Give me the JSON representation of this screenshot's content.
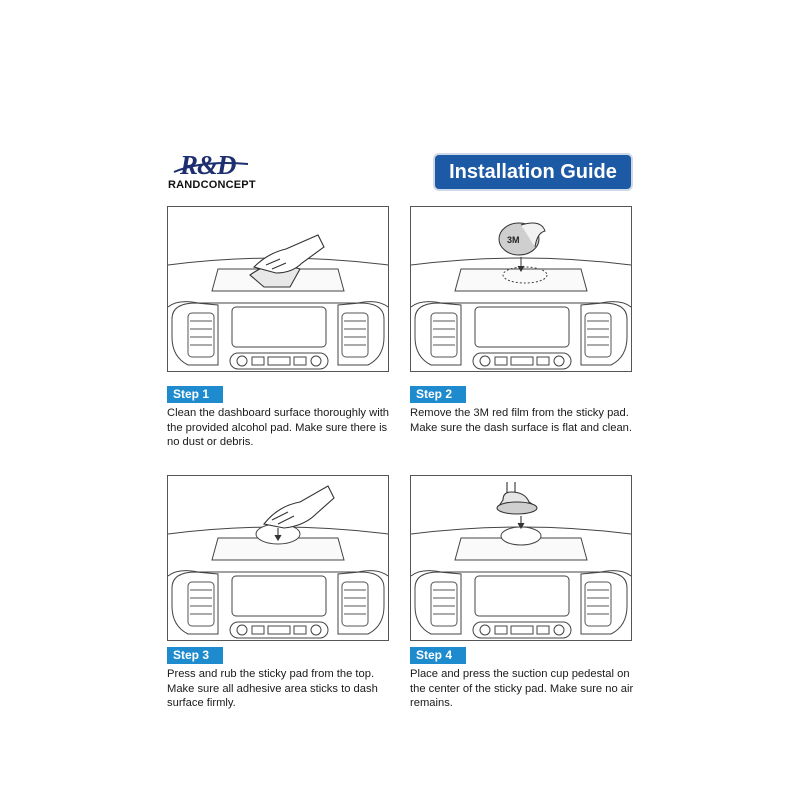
{
  "brand": {
    "mark": "R&D",
    "name": "RANDCONCEPT"
  },
  "header": {
    "title": "Installation Guide"
  },
  "colors": {
    "brand_navy": "#1d2f6f",
    "banner_blue": "#1d5aa6",
    "step_blue": "#1e8bcf"
  },
  "steps": [
    {
      "label": "Step 1",
      "text": "Clean the dashboard surface thoroughly with the provided alcohol pad. Make sure there is no dust or debris.",
      "illustration": "hand-wiping-icon"
    },
    {
      "label": "Step 2",
      "text": "Remove the 3M red film from the sticky pad. Make sure the dash surface is flat and clean.",
      "illustration": "sticky-pad-icon",
      "pad_label": "3M"
    },
    {
      "label": "Step 3",
      "text": "Press and rub the sticky pad from the top. Make sure all adhesive area sticks to dash surface firmly.",
      "illustration": "hand-pressing-icon"
    },
    {
      "label": "Step 4",
      "text": "Place and press the suction cup pedestal on the center of the sticky pad. Make sure no air remains.",
      "illustration": "suction-cup-pedestal-icon"
    }
  ]
}
